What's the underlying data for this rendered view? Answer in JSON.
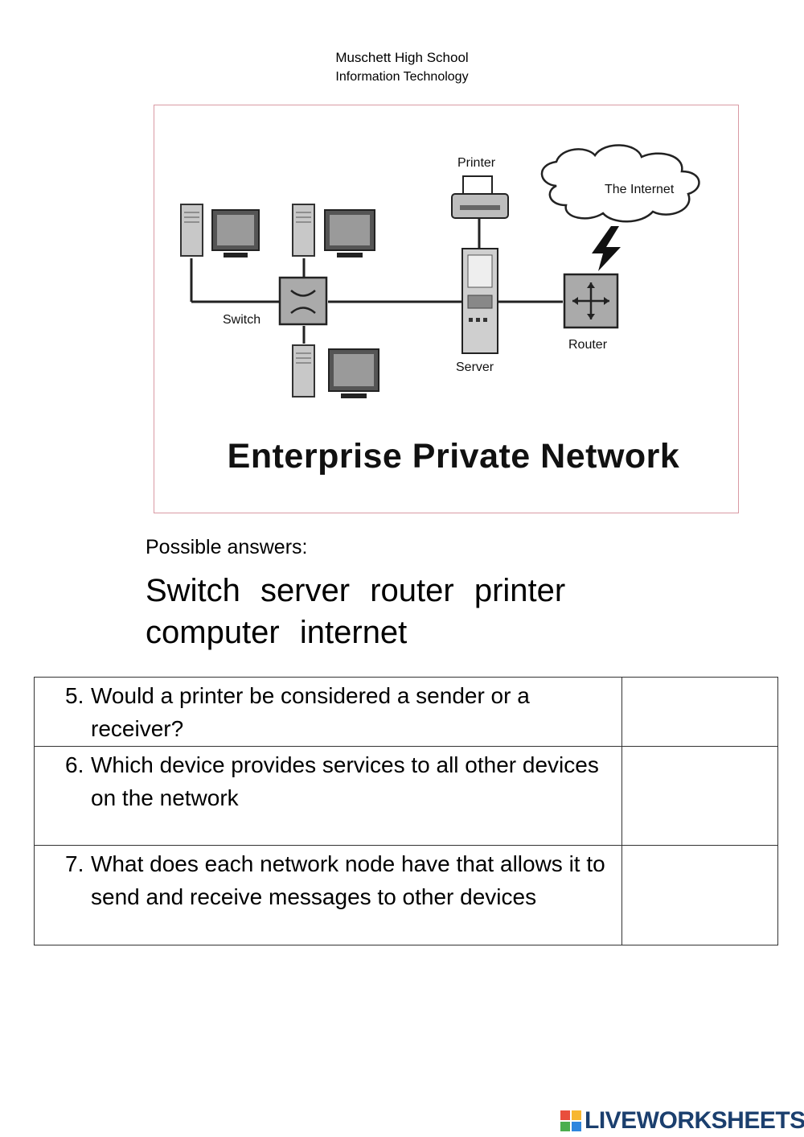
{
  "header": {
    "school": "Muschett High School",
    "subject": "Information Technology"
  },
  "diagram": {
    "title": "Enterprise Private Network",
    "labels": {
      "printer": "Printer",
      "internet": "The Internet",
      "switch": "Switch",
      "server": "Server",
      "router": "Router"
    }
  },
  "answers": {
    "label": "Possible answers:",
    "words": [
      "Switch",
      "server",
      "router",
      "printer",
      "computer",
      "internet"
    ]
  },
  "questions": [
    {
      "number": "5.",
      "text": "Would a printer be considered a sender or a receiver?"
    },
    {
      "number": "6.",
      "text": "Which device provides services to all other devices on the network"
    },
    {
      "number": "7.",
      "text": "What does each network node have that allows it to send and receive messages to other devices"
    }
  ],
  "footer": {
    "brand": "LIVEWORKSHEETS",
    "logo_colors": [
      "#e94e3c",
      "#f7b731",
      "#4cae4f",
      "#2e86de"
    ]
  }
}
